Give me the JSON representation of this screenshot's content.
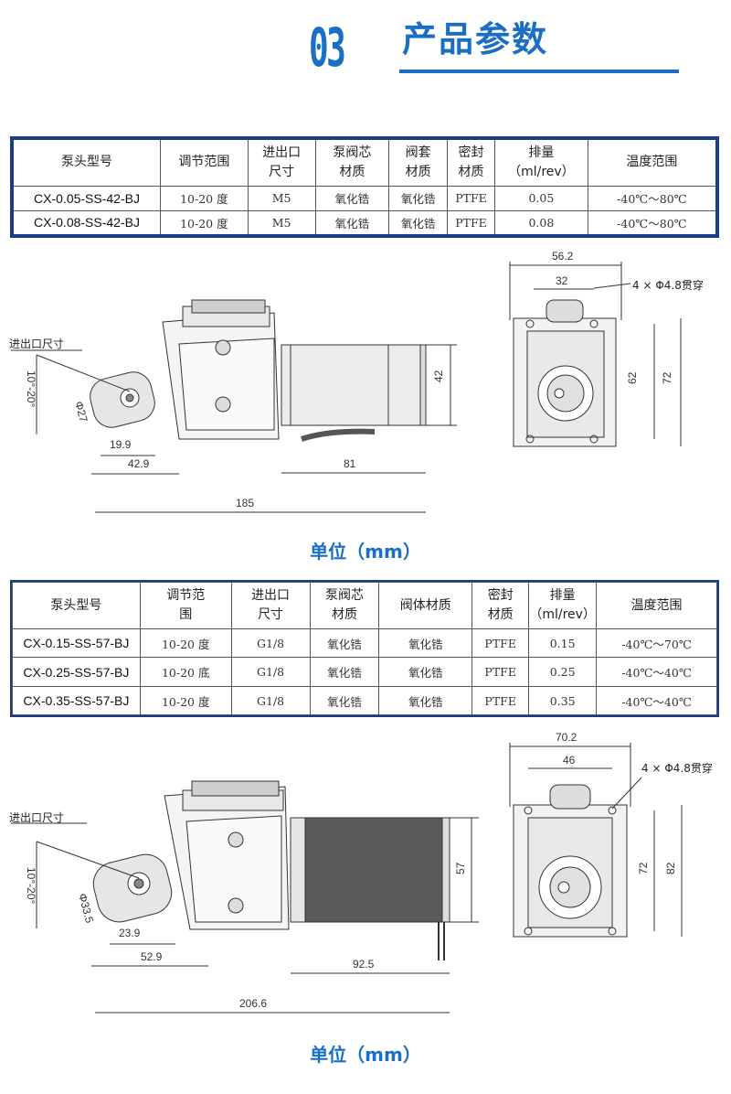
{
  "header": {
    "number": "03",
    "title": "产品参数"
  },
  "table1": {
    "headers": [
      "泵头型号",
      "调节范围",
      "进出口尺寸",
      "泵阀芯材质",
      "阀套材质",
      "密封材质",
      "排量(ml/rev)",
      "温度范围"
    ],
    "header_lines": [
      [
        "泵头型号"
      ],
      [
        "调节范围"
      ],
      [
        "进出口",
        "尺寸"
      ],
      [
        "泵阀芯",
        "材质"
      ],
      [
        "阀套",
        "材质"
      ],
      [
        "密封",
        "材质"
      ],
      [
        "排量",
        "（ml/rev）"
      ],
      [
        "温度范围"
      ]
    ],
    "rows": [
      [
        "CX-0.05-SS-42-BJ",
        "10-20 度",
        "M5",
        "氧化锆",
        "氧化锆",
        "PTFE",
        "0.05",
        "-40℃～80℃"
      ],
      [
        "CX-0.08-SS-42-BJ",
        "10-20 度",
        "M5",
        "氧化锆",
        "氧化锆",
        "PTFE",
        "0.08",
        "-40℃～80℃"
      ]
    ]
  },
  "drawing1": {
    "callout": "进出口尺寸",
    "angle": "10°-20°",
    "diameter": "Φ27",
    "dims": {
      "d19_9": "19.9",
      "d42_9": "42.9",
      "d81": "81",
      "d185": "185",
      "d42": "42",
      "d56_2": "56.2",
      "d32": "32",
      "d62": "62",
      "d72": "72"
    },
    "hole_note": "4 × Φ4.8贯穿"
  },
  "unit1": "单位（mm）",
  "table2": {
    "header_lines": [
      [
        "泵头型号"
      ],
      [
        "调节范",
        "围"
      ],
      [
        "进出口",
        "尺寸"
      ],
      [
        "泵阀芯",
        "材质"
      ],
      [
        "阀体材质"
      ],
      [
        "密封",
        "材质"
      ],
      [
        "排量",
        "（ml/rev）"
      ],
      [
        "温度范围"
      ]
    ],
    "rows": [
      [
        "CX-0.15-SS-57-BJ",
        "10-20 度",
        "G1/8",
        "氧化锆",
        "氧化锆",
        "PTFE",
        "0.15",
        "-40℃～70℃"
      ],
      [
        "CX-0.25-SS-57-BJ",
        "10-20 底",
        "G1/8",
        "氧化锆",
        "氧化锆",
        "PTFE",
        "0.25",
        "-40℃～40℃"
      ],
      [
        "CX-0.35-SS-57-BJ",
        "10-20 度",
        "G1/8",
        "氧化锆",
        "氧化锆",
        "PTFE",
        "0.35",
        "-40℃～40℃"
      ]
    ]
  },
  "drawing2": {
    "callout": "进出口尺寸",
    "angle": "10°-20°",
    "diameter": "Φ33.5",
    "dims": {
      "d23_9": "23.9",
      "d52_9": "52.9",
      "d92_5": "92.5",
      "d206_6": "206.6",
      "d57": "57",
      "d70_2": "70.2",
      "d46": "46",
      "d72": "72",
      "d82": "82"
    },
    "hole_note": "4 × Φ4.8贯穿"
  },
  "unit2": "单位（mm）",
  "colors": {
    "accent": "#1a6fc4",
    "table_border": "#1a3d8a"
  }
}
